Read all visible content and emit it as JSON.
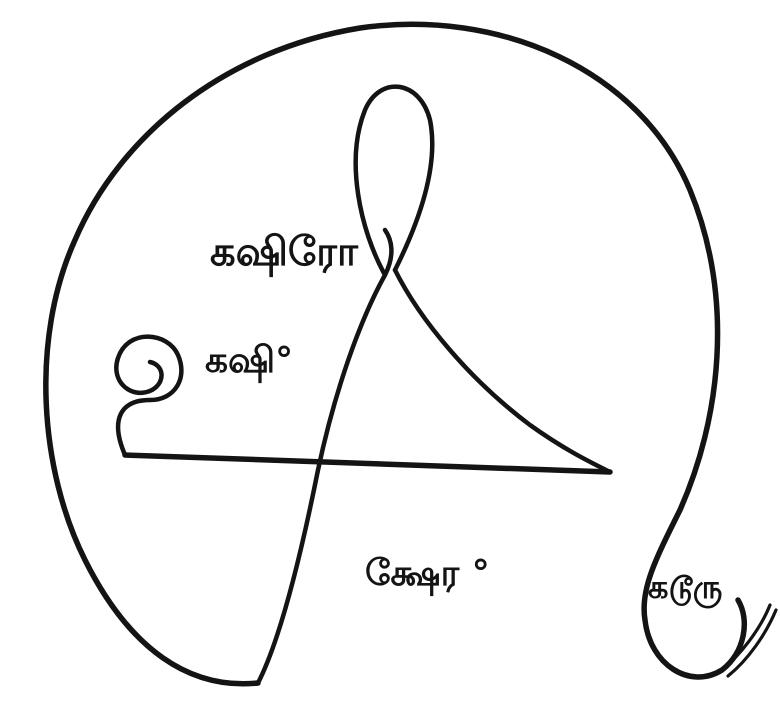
{
  "labels": {
    "upper_inner": "கஷிரோ",
    "middle_inner": "கஷி°",
    "lower_inner": "க்ஷேர °",
    "right_outer": "கடூரு",
    "left_symbol": "ஓ"
  }
}
